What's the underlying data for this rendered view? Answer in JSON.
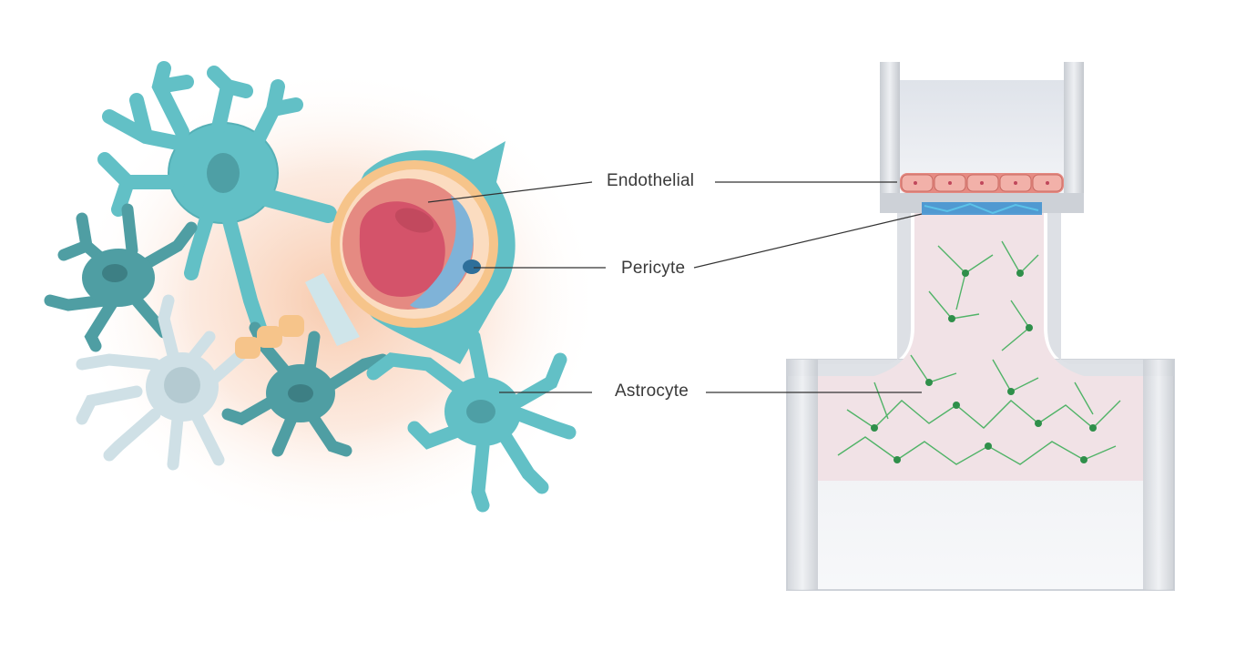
{
  "labels": {
    "endothelial": "Endothelial",
    "pericyte": "Pericyte",
    "astrocyte": "Astrocyte"
  },
  "colors": {
    "astrocyte_teal": "#62c0c6",
    "astrocyte_dark": "#4f9ea3",
    "neuron_light": "#cfe0e6",
    "endothelial_pink": "#e58a82",
    "lumen_red": "#d4536a",
    "pericyte_blue": "#7fb3d8",
    "basement_orange": "#f6c48a",
    "insert_gray": "#d9dde2",
    "astro_green": "#3fae5a",
    "gel_pink": "#f1e2e6"
  },
  "icons": [
    "astrocyte-cell-icon",
    "neuron-cell-icon",
    "blood-vessel-icon",
    "transwell-insert-icon"
  ]
}
